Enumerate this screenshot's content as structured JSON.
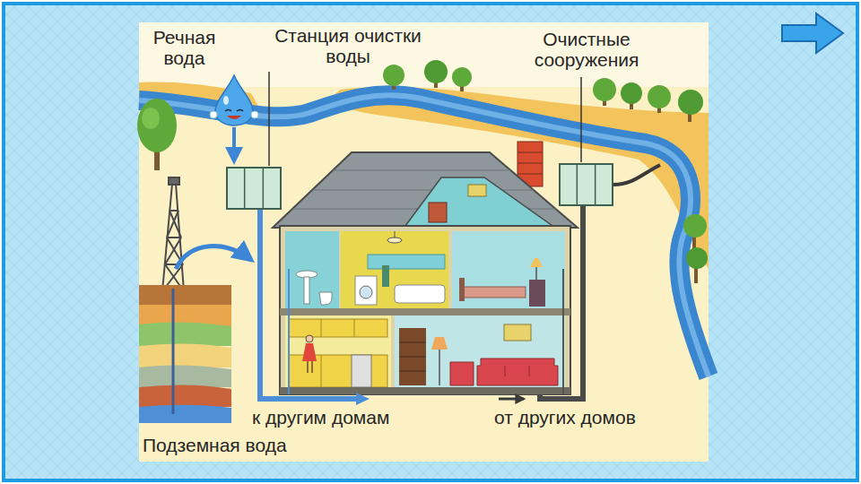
{
  "diagram": {
    "nodes": [
      {
        "text": [
          "Станция очистки воды"
        ]
      },
      {
        "text": [
          "Очистные сооружения"
        ]
      }
    ],
    "labels": [
      "Речная вода",
      "к другим домам",
      "от других домов",
      "Подземная вода"
    ]
  }
}
